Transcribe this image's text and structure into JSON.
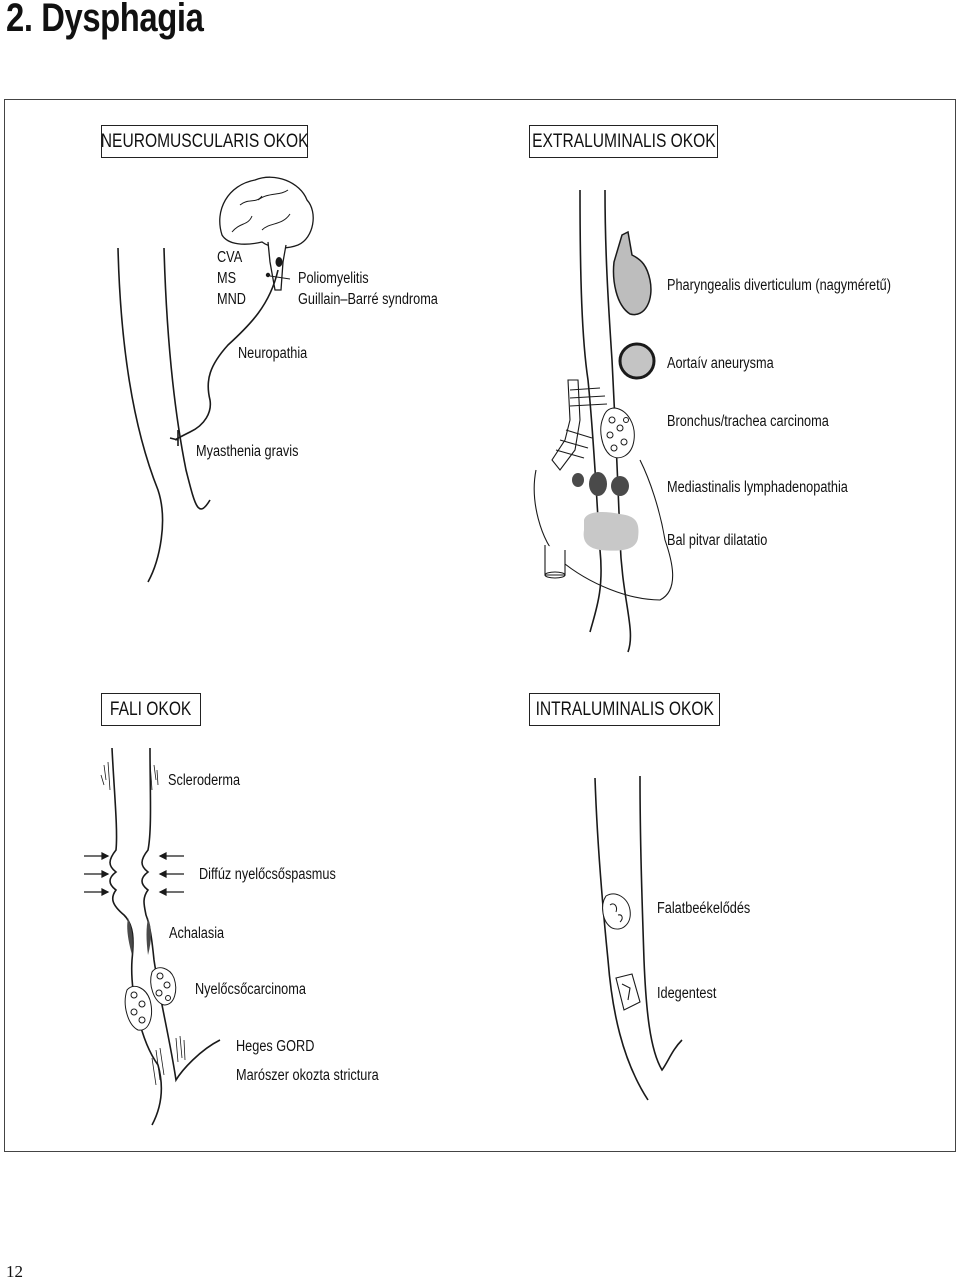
{
  "page": {
    "title": "2. Dysphagia",
    "page_number": "12"
  },
  "sections": {
    "neuromuscular": "NEUROMUSCULARIS OKOK",
    "extraluminal": "EXTRALUMINALIS OKOK",
    "wall": "FALI OKOK",
    "intraluminal": "INTRALUMINALIS OKOK"
  },
  "neuromuscular": {
    "cva": "CVA",
    "ms": "MS",
    "mnd": "MND",
    "poliomyelitis": "Poliomyelitis",
    "guillain_barre": "Guillain–Barré syndroma",
    "neuropathia": "Neuropathia",
    "myasthenia": "Myasthenia gravis"
  },
  "extraluminal": {
    "pharyngeal": "Pharyngealis diverticulum (nagyméretű)",
    "aortic": "Aortaív aneurysma",
    "bronchus": "Bronchus/trachea carcinoma",
    "lymph": "Mediastinalis lymphadenopathia",
    "atrium": "Bal pitvar dilatatio"
  },
  "wall": {
    "scleroderma": "Scleroderma",
    "spasm": "Diffúz nyelőcsőspasmus",
    "achalasia": "Achalasia",
    "carcinoma": "Nyelőcsőcarcinoma",
    "gord": "Heges GORD",
    "caustic": "Marószer okozta strictura"
  },
  "intraluminal": {
    "food": "Falatbeékelődés",
    "foreign": "Idegentest"
  },
  "colors": {
    "line": "#1a1a1a",
    "grey_fill": "#c8c8c8",
    "dark_fill": "#4a4a4a"
  }
}
